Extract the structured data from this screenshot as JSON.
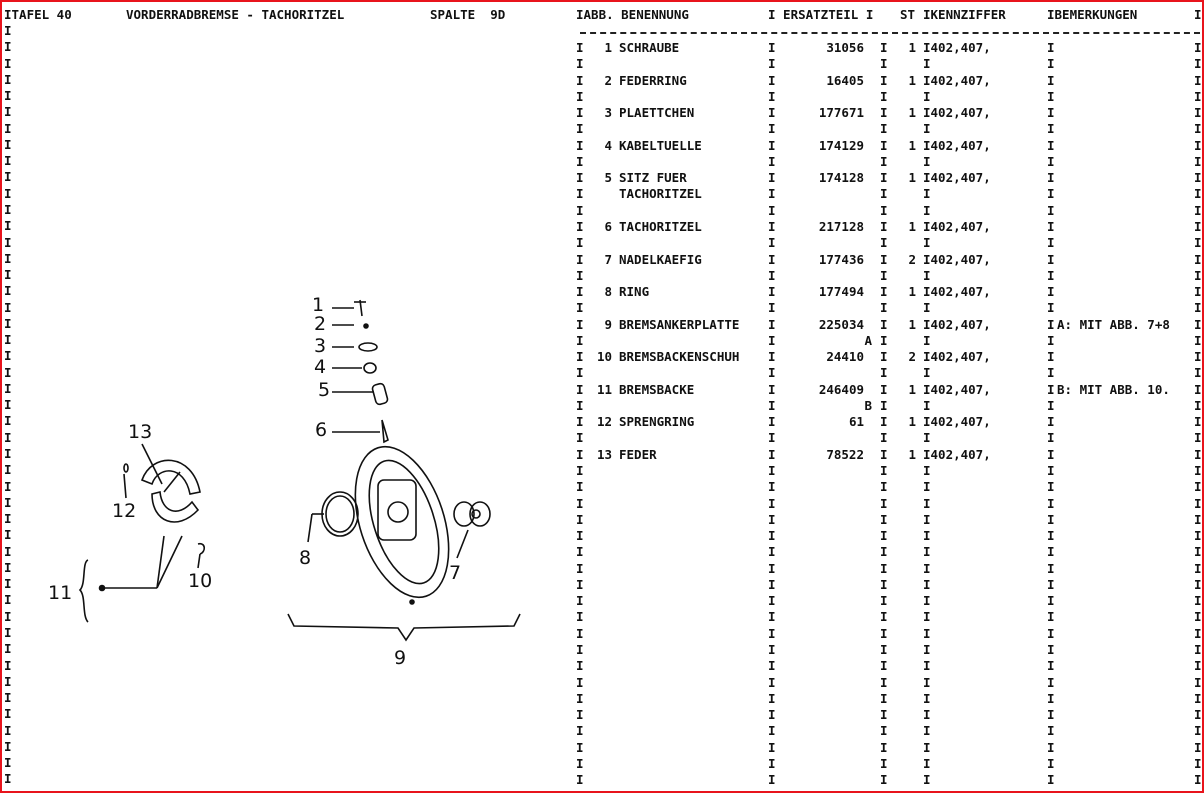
{
  "header": {
    "tafel": "ITAFEL 40",
    "title": "VORDERRADBREMSE - TACHORITZEL",
    "spalte": "SPALTE  9D"
  },
  "table": {
    "columns": {
      "abb_benennung": "IABB. BENENNUNG",
      "ersatzteil": "I ERSATZTEIL I",
      "st": "ST",
      "kennziffer": "IKENNZIFFER",
      "bemerkungen": "IBEMERKUNGEN",
      "end": "I"
    },
    "separator_char": "I",
    "items": [
      {
        "abb": "1",
        "name": "SCHRAUBE",
        "part": "31056",
        "st": "1",
        "code": "I402,407,",
        "remark": ""
      },
      {
        "abb": "2",
        "name": "FEDERRING",
        "part": "16405",
        "st": "1",
        "code": "I402,407,",
        "remark": ""
      },
      {
        "abb": "3",
        "name": "PLAETTCHEN",
        "part": "177671",
        "st": "1",
        "code": "I402,407,",
        "remark": ""
      },
      {
        "abb": "4",
        "name": "KABELTUELLE",
        "part": "174129",
        "st": "1",
        "code": "I402,407,",
        "remark": ""
      },
      {
        "abb": "5",
        "name": "SITZ FUER",
        "name2": "TACHORITZEL",
        "part": "174128",
        "st": "1",
        "code": "I402,407,",
        "remark": ""
      },
      {
        "abb": "6",
        "name": "TACHORITZEL",
        "part": "217128",
        "st": "1",
        "code": "I402,407,",
        "remark": ""
      },
      {
        "abb": "7",
        "name": "NADELKAEFIG",
        "part": "177436",
        "st": "2",
        "code": "I402,407,",
        "remark": ""
      },
      {
        "abb": "8",
        "name": "RING",
        "part": "177494",
        "st": "1",
        "code": "I402,407,",
        "remark": ""
      },
      {
        "abb": "9",
        "name": "BREMSANKERPLATTE",
        "part": "225034",
        "suffix": "A",
        "st": "1",
        "code": "I402,407,",
        "remark": "A: MIT ABB. 7+8"
      },
      {
        "abb": "10",
        "name": "BREMSBACKENSCHUH",
        "part": "24410",
        "st": "2",
        "code": "I402,407,",
        "remark": ""
      },
      {
        "abb": "11",
        "name": "BREMSBACKE",
        "part": "246409",
        "suffix": "B",
        "st": "1",
        "code": "I402,407,",
        "remark": "B: MIT ABB. 10."
      },
      {
        "abb": "12",
        "name": "SPRENGRING",
        "part": "61",
        "st": "1",
        "code": "I402,407,",
        "remark": ""
      },
      {
        "abb": "13",
        "name": "FEDER",
        "part": "78522",
        "st": "1",
        "code": "I402,407,",
        "remark": ""
      }
    ]
  },
  "diagram": {
    "labels": [
      "1",
      "2",
      "3",
      "4",
      "5",
      "6",
      "7",
      "8",
      "9",
      "10",
      "11",
      "12",
      "13"
    ]
  }
}
